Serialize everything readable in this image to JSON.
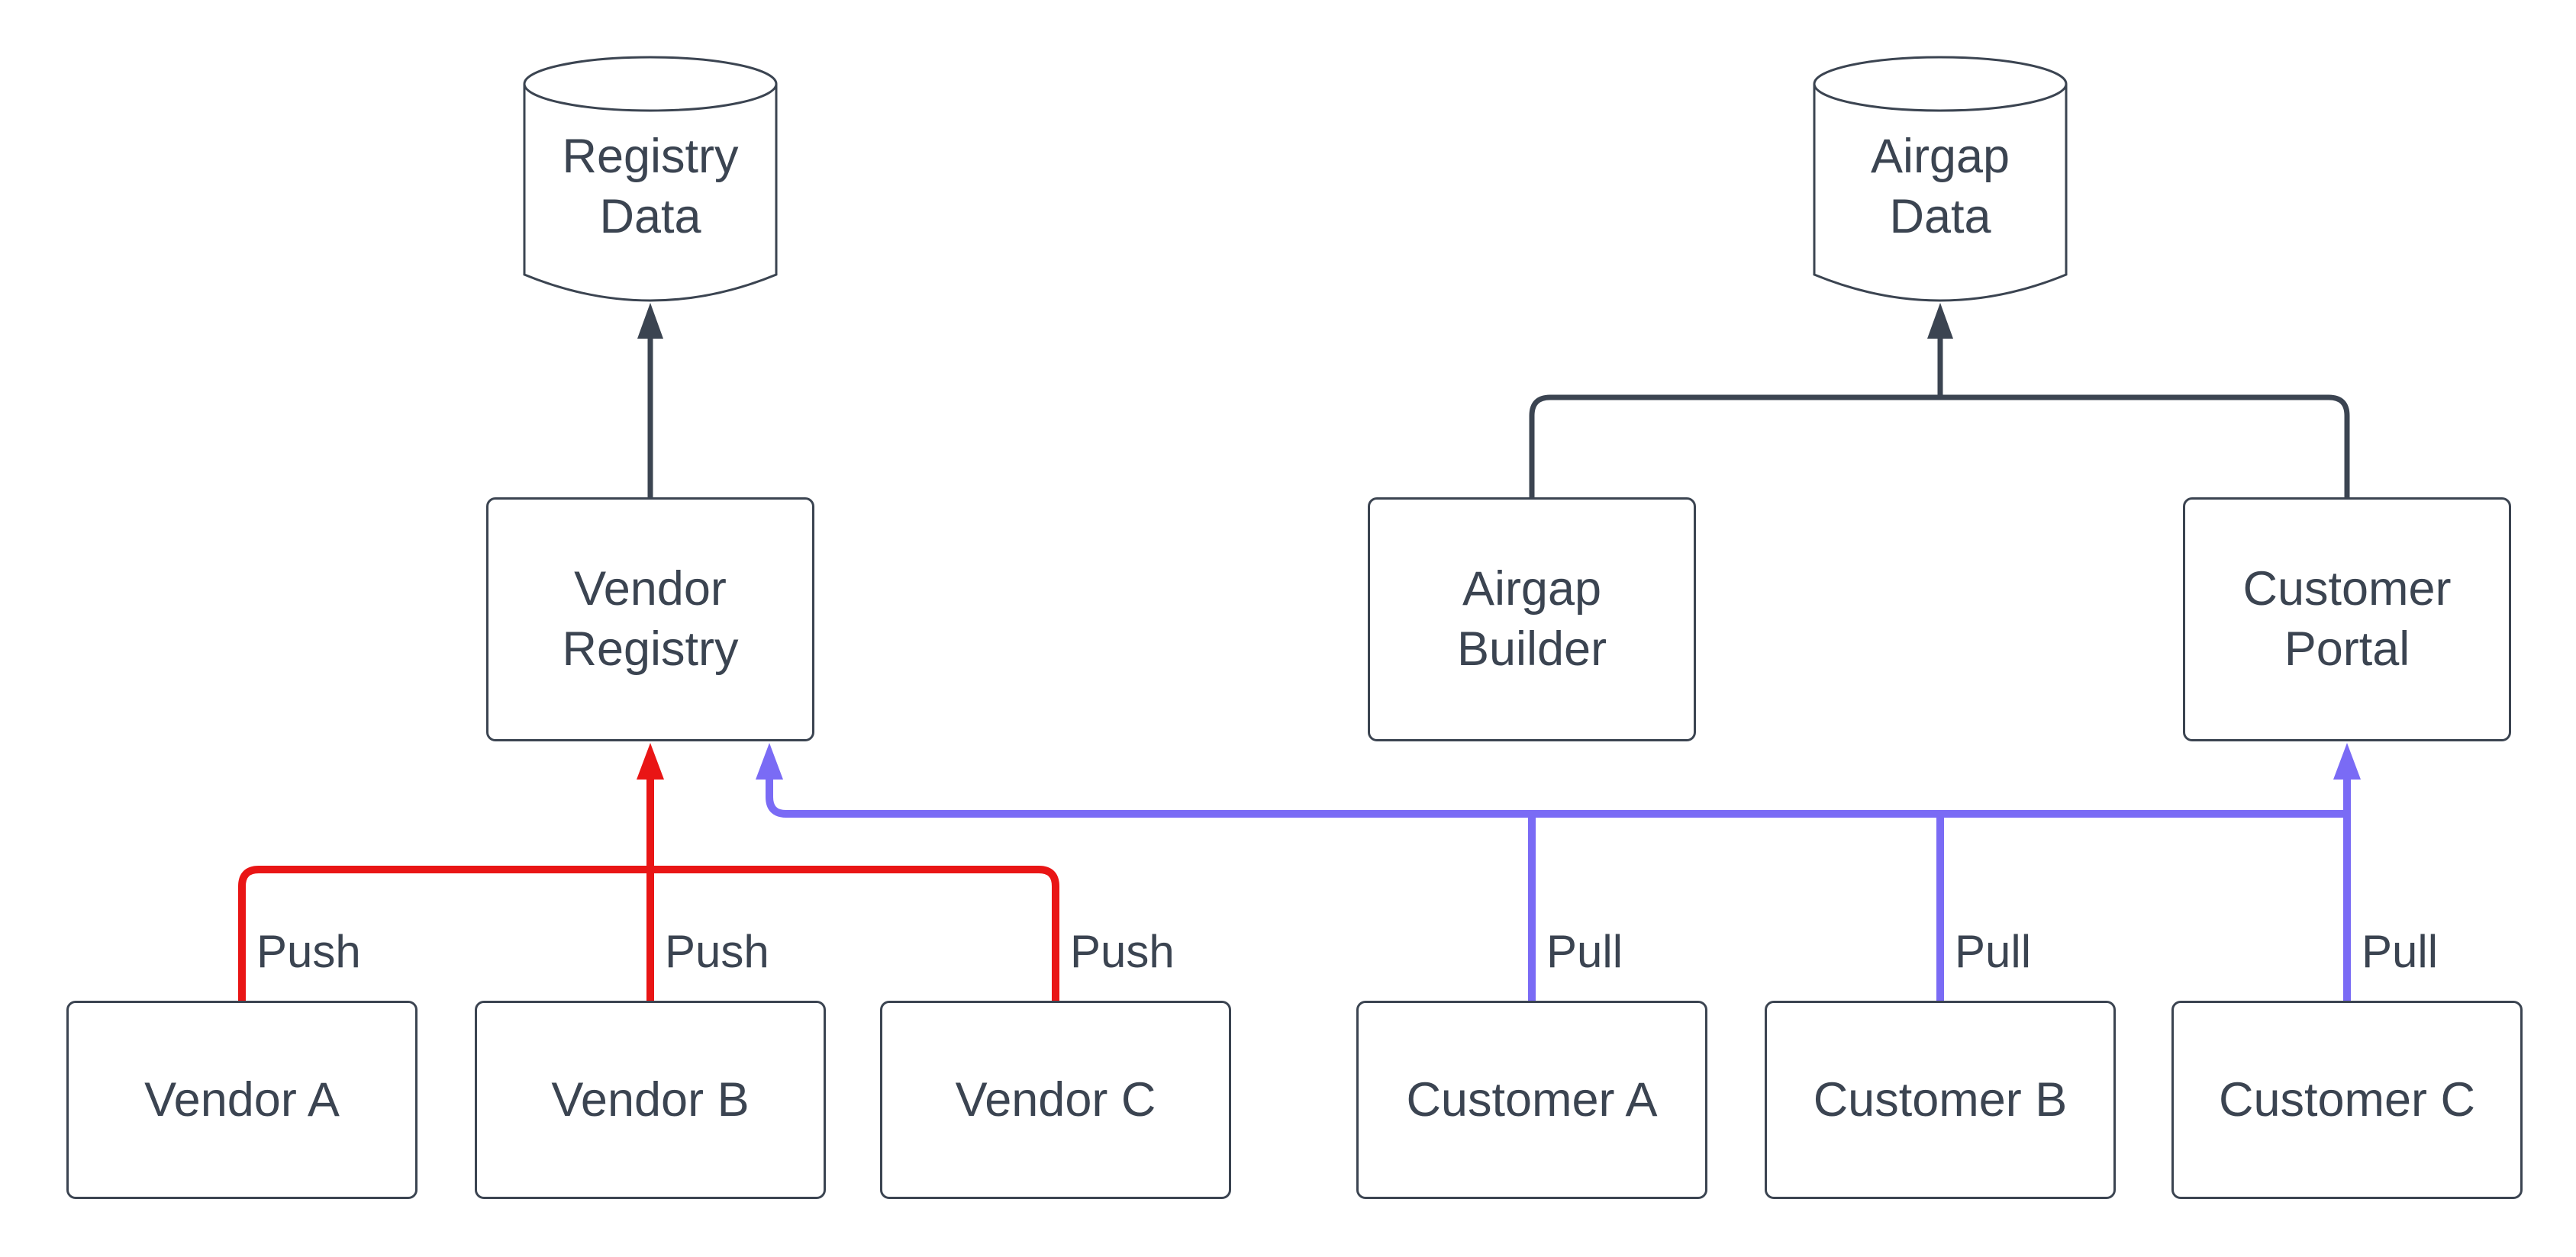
{
  "diagram": {
    "type": "flow-diagram",
    "nodes": {
      "registry_data": {
        "label": "Registry\nData",
        "shape": "database-cylinder"
      },
      "airgap_data": {
        "label": "Airgap\nData",
        "shape": "database-cylinder"
      },
      "vendor_registry": {
        "label": "Vendor\nRegistry",
        "shape": "rounded-rect"
      },
      "airgap_builder": {
        "label": "Airgap\nBuilder",
        "shape": "rounded-rect"
      },
      "customer_portal": {
        "label": "Customer\nPortal",
        "shape": "rounded-rect"
      },
      "vendor_a": {
        "label": "Vendor A",
        "shape": "rounded-rect"
      },
      "vendor_b": {
        "label": "Vendor B",
        "shape": "rounded-rect"
      },
      "vendor_c": {
        "label": "Vendor C",
        "shape": "rounded-rect"
      },
      "customer_a": {
        "label": "Customer A",
        "shape": "rounded-rect"
      },
      "customer_b": {
        "label": "Customer B",
        "shape": "rounded-rect"
      },
      "customer_c": {
        "label": "Customer C",
        "shape": "rounded-rect"
      }
    },
    "edges": {
      "vendor_registry_to_registry_data": {
        "label": "",
        "color": "dark"
      },
      "airgap_builder_to_airgap_data": {
        "label": "",
        "color": "dark"
      },
      "customer_portal_to_airgap_data": {
        "label": "",
        "color": "dark"
      },
      "vendor_a_push": {
        "label": "Push",
        "color": "red"
      },
      "vendor_b_push": {
        "label": "Push",
        "color": "red"
      },
      "vendor_c_push": {
        "label": "Push",
        "color": "red"
      },
      "customer_a_pull": {
        "label": "Pull",
        "color": "blue"
      },
      "customer_b_pull": {
        "label": "Pull",
        "color": "blue"
      },
      "customer_c_pull": {
        "label": "Pull",
        "color": "blue"
      }
    },
    "colors": {
      "line_dark": "#3b4451",
      "line_push_red": "#e91515",
      "line_pull_blue": "#7a6bf5",
      "text": "#3b4451",
      "background": "#ffffff"
    }
  }
}
